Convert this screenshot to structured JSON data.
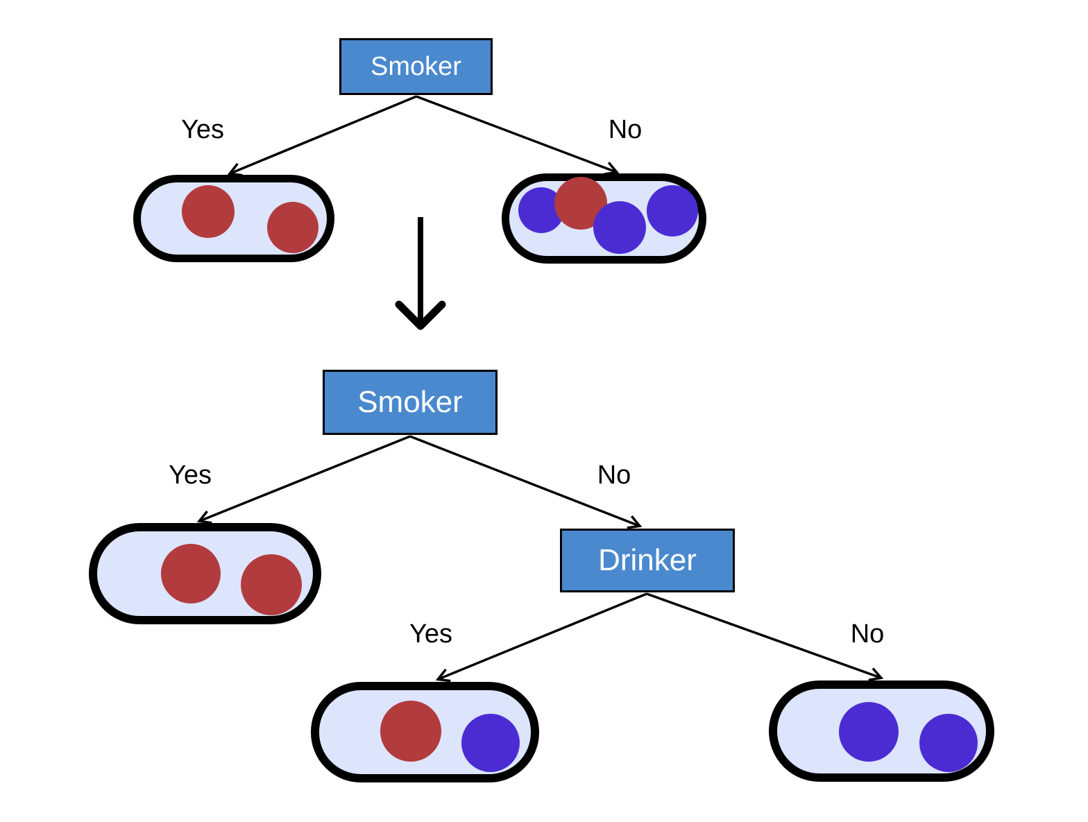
{
  "colors": {
    "background": "#ffffff",
    "node_fill": "#4a89ce",
    "node_border": "#000000",
    "node_text": "#ffffff",
    "capsule_fill": "#dce5fb",
    "capsule_border": "#000000",
    "dot_red": "#b23b3e",
    "dot_blue": "#4b2cd3",
    "line": "#000000",
    "label_text": "#000000"
  },
  "tree_before": {
    "root_label": "Smoker",
    "yes_branch_label": "Yes",
    "no_branch_label": "No",
    "yes_leaf_dots": [
      "red",
      "red"
    ],
    "no_leaf_dots": [
      "blue",
      "red",
      "blue",
      "blue"
    ]
  },
  "tree_after": {
    "root_label": "Smoker",
    "yes_branch_label": "Yes",
    "no_branch_label": "No",
    "yes_leaf_dots": [
      "red",
      "red"
    ],
    "drinker_label": "Drinker",
    "drinker_yes_branch_label": "Yes",
    "drinker_no_branch_label": "No",
    "drinker_yes_leaf_dots": [
      "red",
      "blue"
    ],
    "drinker_no_leaf_dots": [
      "blue",
      "blue"
    ]
  }
}
